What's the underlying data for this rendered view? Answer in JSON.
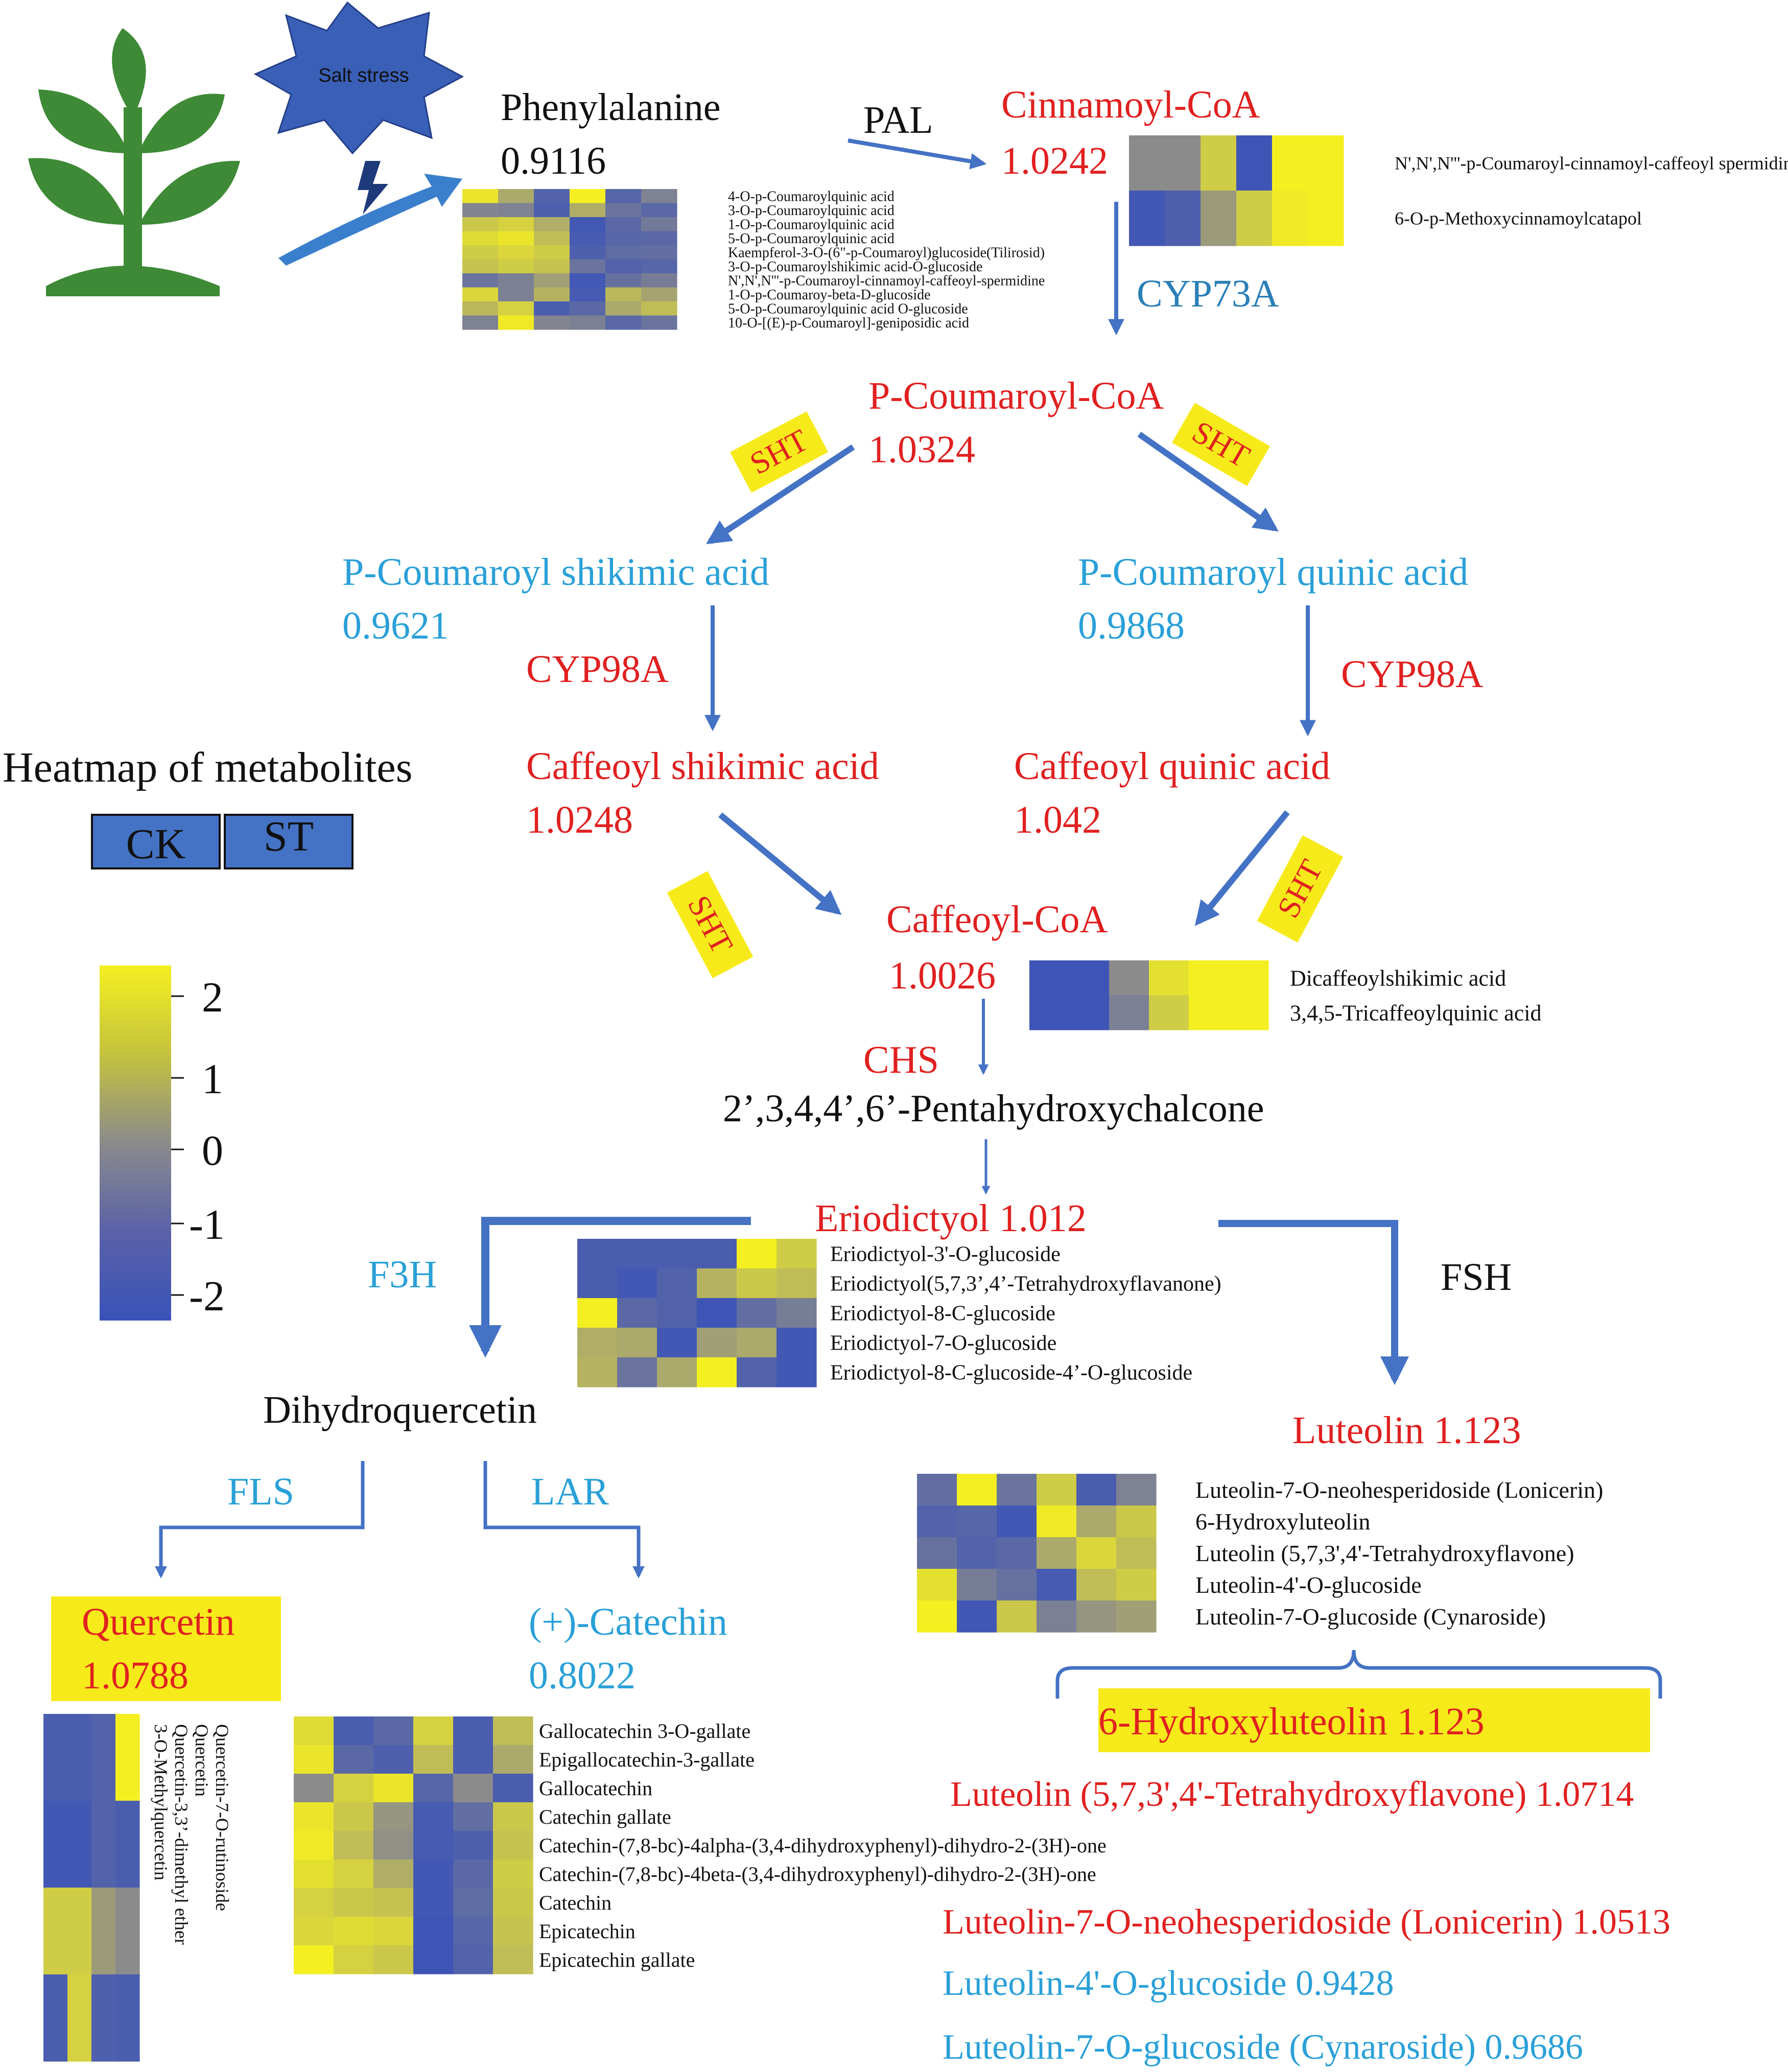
{
  "colors": {
    "red": "#e02020",
    "blue_text": "#2aa0d8",
    "arrow": "#4472c4",
    "label_bg": "#f7ea1a",
    "low": "#3a52b8",
    "mid": "#8b8b8b",
    "high": "#f4ef20",
    "plant": "#3e8a36",
    "star": "#3a5fb6",
    "box": "#4472c4"
  },
  "icons": [
    "plant-icon",
    "salt-stress-star-icon",
    "lightning-icon"
  ],
  "labels": {
    "salt_stress": "Salt stress",
    "phenylalanine": "Phenylalanine",
    "phenylalanine_val": "0.9116",
    "pal": "PAL",
    "cinnamoyl": "Cinnamoyl-CoA",
    "cinnamoyl_val": "1.0242",
    "cyp73a": "CYP73A",
    "pcoumaroyl_coa": "P-Coumaroyl-CoA",
    "pcoumaroyl_coa_val": "1.0324",
    "sht": "SHT",
    "pc_shikimic": "P-Coumaroyl shikimic acid",
    "pc_shikimic_val": "0.9621",
    "pc_quinic": "P-Coumaroyl quinic acid",
    "pc_quinic_val": "0.9868",
    "cyp98a": "CYP98A",
    "caf_shikimic": "Caffeoyl shikimic acid",
    "caf_shikimic_val": "1.0248",
    "caf_quinic": "Caffeoyl quinic acid",
    "caf_quinic_val": "1.042",
    "caf_coa": "Caffeoyl-CoA",
    "caf_coa_val": "1.0026",
    "chs": "CHS",
    "chalcone": "2’,3,4,4’,6’-Pentahydroxychalcone",
    "eriodictyol": "Eriodictyol 1.012",
    "f3h": "F3H",
    "fsh": "FSH",
    "dihydroquercetin": "Dihydroquercetin",
    "luteolin": "Luteolin 1.123",
    "fls": "FLS",
    "lar": "LAR",
    "quercetin": "Quercetin",
    "quercetin_val": "1.0788",
    "catechin": "(+)-Catechin",
    "catechin_val": "0.8022",
    "hydroxyluteolin_box": "6-Hydroxyluteolin 1.123",
    "lut_list": [
      "Luteolin (5,7,3',4'-Tetrahydroxyflavone) 1.0714",
      "Luteolin-7-O-neohesperidoside (Lonicerin) 1.0513",
      "Luteolin-4'-O-glucoside 0.9428",
      "Luteolin-7-O-glucoside (Cynaroside) 0.9686"
    ],
    "heatmap_title": "Heatmap of metabolites",
    "ck": "CK",
    "st": "ST",
    "scale_ticks": [
      "2",
      "1",
      "0",
      "-1",
      "-2"
    ]
  },
  "heatmaps": [
    {
      "id": "phenylalanine",
      "rows": [
        "4-O-p-Coumaroylquinic acid",
        "3-O-p-Coumaroylquinic acid",
        "1-O-p-Coumaroylquinic acid",
        "5-O-p-Coumaroylquinic acid",
        "Kaempferol-3-O-(6\"-p-Coumaroyl)glucoside(Tilirosid)",
        "3-O-p-Coumaroylshikimic acid-O-glucoside",
        "N',N',N'''-p-Coumaroyl-cinnamoyl-caffeoyl-spermidine",
        "1-O-p-Coumaroy-beta-D-glucoside",
        "5-O-p-Coumaroylquinic acid O-glucoside",
        "10-O-[(E)-p-Coumaroyl]-geniposidic acid"
      ],
      "values": [
        [
          1.8,
          0.6,
          -1.4,
          2.0,
          -1.3,
          -0.3
        ],
        [
          -0.2,
          -0.3,
          -1.5,
          0.7,
          -0.8,
          -1.2
        ],
        [
          1.2,
          1.4,
          0.7,
          -1.8,
          -1.2,
          -0.6
        ],
        [
          1.6,
          1.8,
          1.0,
          -1.7,
          -1.3,
          -1.2
        ],
        [
          1.3,
          1.5,
          1.3,
          -1.5,
          -1.1,
          -1.0
        ],
        [
          1.1,
          1.3,
          1.1,
          -0.8,
          -1.4,
          -1.3
        ],
        [
          -0.8,
          -0.4,
          0.4,
          -1.8,
          -0.9,
          -0.5
        ],
        [
          1.5,
          -0.4,
          0.8,
          -1.7,
          0.9,
          0.5
        ],
        [
          0.9,
          1.4,
          -1.6,
          -1.2,
          0.6,
          1.0
        ],
        [
          -0.3,
          1.9,
          -0.2,
          -0.4,
          -1.2,
          -0.8
        ]
      ]
    },
    {
      "id": "cinnamoyl",
      "rows": [
        "N',N',N'''-p-Coumaroyl-cinnamoyl-caffeoyl spermidine",
        "6-O-p-Methoxycinnamoylcatapol"
      ],
      "values": [
        [
          0.0,
          0.0,
          1.3,
          -1.9,
          2.0,
          2.0
        ],
        [
          -1.8,
          -1.5,
          0.3,
          1.3,
          1.9,
          2.0
        ]
      ]
    },
    {
      "id": "caffeoyl",
      "rows": [
        "Dicaffeoylshikimic acid",
        "3,4,5-Tricaffeoylquinic acid"
      ],
      "values": [
        [
          -1.9,
          -1.9,
          0.0,
          1.7,
          2.0,
          2.0
        ],
        [
          -1.9,
          -1.9,
          -0.4,
          1.3,
          2.0,
          2.0
        ]
      ]
    },
    {
      "id": "eriodictyol",
      "rows": [
        "Eriodictyol-3'-O-glucoside",
        "Eriodictyol(5,7,3’,4’-Tetrahydroxyflavanone)",
        "Eriodictyol-8-C-glucoside",
        "Eriodictyol-7-O-glucoside",
        "Eriodictyol-8-C-glucoside-4’-O-glucoside"
      ],
      "values": [
        [
          -1.6,
          -1.6,
          -1.6,
          -1.6,
          2.0,
          1.3
        ],
        [
          -1.6,
          -1.8,
          -1.4,
          0.8,
          1.2,
          1.0
        ],
        [
          2.0,
          -1.2,
          -1.4,
          -1.9,
          -1.0,
          -0.5
        ],
        [
          0.7,
          0.6,
          -1.8,
          0.4,
          0.6,
          -1.8
        ],
        [
          0.8,
          -0.8,
          0.6,
          2.0,
          -1.4,
          -1.8
        ]
      ]
    },
    {
      "id": "luteolin",
      "rows": [
        "Luteolin-7-O-neohesperidoside (Lonicerin)",
        "6-Hydroxyluteolin",
        "Luteolin (5,7,3',4'-Tetrahydroxyflavone)",
        "Luteolin-4'-O-glucoside",
        "Luteolin-7-O-glucoside (Cynaroside)"
      ],
      "values": [
        [
          -1.0,
          2.0,
          -0.8,
          1.3,
          -1.6,
          -0.3
        ],
        [
          -1.4,
          -1.3,
          -1.8,
          1.9,
          0.6,
          1.2
        ],
        [
          -0.9,
          -1.4,
          -1.2,
          0.6,
          1.5,
          1.0
        ],
        [
          1.7,
          -0.5,
          -0.9,
          -1.7,
          1.0,
          1.3
        ],
        [
          2.0,
          -1.8,
          1.2,
          -0.4,
          0.2,
          0.4
        ]
      ]
    },
    {
      "id": "quercetin",
      "rows": [
        "3-O-Methylquercetin",
        "Quercetin-3,3’-dimethyl ether",
        "Quercetin",
        "Quercetin-7-O-rutinoside"
      ],
      "values": [
        [
          -1.6,
          -1.6,
          -1.4,
          2.0
        ],
        [
          -1.8,
          -1.8,
          -1.4,
          -1.6
        ],
        [
          1.3,
          1.3,
          0.3,
          0.0
        ],
        [
          -1.6,
          1.4,
          -1.5,
          -1.6
        ]
      ]
    },
    {
      "id": "catechin",
      "rows": [
        "Gallocatechin 3-O-gallate",
        "Epigallocatechin-3-gallate",
        "Gallocatechin",
        "Catechin gallate",
        "Catechin-(7,8-bc)-4alpha-(3,4-dihydroxyphenyl)-dihydro-2-(3H)-one",
        "Catechin-(7,8-bc)-4beta-(3,4-dihydroxyphenyl)-dihydro-2-(3H)-one",
        "Catechin",
        "Epicatechin",
        "Epicatechin gallate"
      ],
      "values": [
        [
          1.6,
          -1.6,
          -1.2,
          1.4,
          -1.6,
          1.0
        ],
        [
          1.8,
          -1.2,
          -1.5,
          1.0,
          -1.6,
          0.6
        ],
        [
          0.0,
          1.4,
          1.8,
          -1.3,
          0.0,
          -1.6
        ],
        [
          1.8,
          1.2,
          0.2,
          -1.7,
          -1.0,
          1.2
        ],
        [
          1.9,
          1.0,
          0.1,
          -1.7,
          -1.5,
          1.1
        ],
        [
          1.7,
          1.4,
          0.7,
          -1.8,
          -1.2,
          1.3
        ],
        [
          1.4,
          1.2,
          1.1,
          -1.8,
          -1.1,
          1.2
        ],
        [
          1.5,
          1.6,
          1.5,
          -1.9,
          -1.3,
          1.1
        ],
        [
          2.0,
          1.4,
          1.2,
          -1.9,
          -1.4,
          1.0
        ]
      ]
    }
  ]
}
